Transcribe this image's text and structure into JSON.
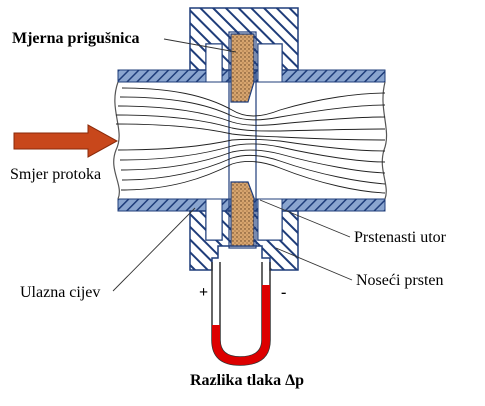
{
  "labels": {
    "orifice": "Mjerna prigušnica",
    "flow_direction": "Smjer protoka",
    "annular_groove": "Prstenasti utor",
    "carrier_ring": "Noseći prsten",
    "inlet_pipe": "Ulazna cijev",
    "pressure_difference": "Razlika tlaka Δp",
    "plus": "+",
    "minus": "-"
  },
  "colors": {
    "arrow": "#c8471b",
    "manometer_liquid": "#dd0000",
    "hatch": "#1f3d7a",
    "pipe_hatch_bg": "#7f9cc9",
    "orifice_fill": "#d9a36b"
  }
}
